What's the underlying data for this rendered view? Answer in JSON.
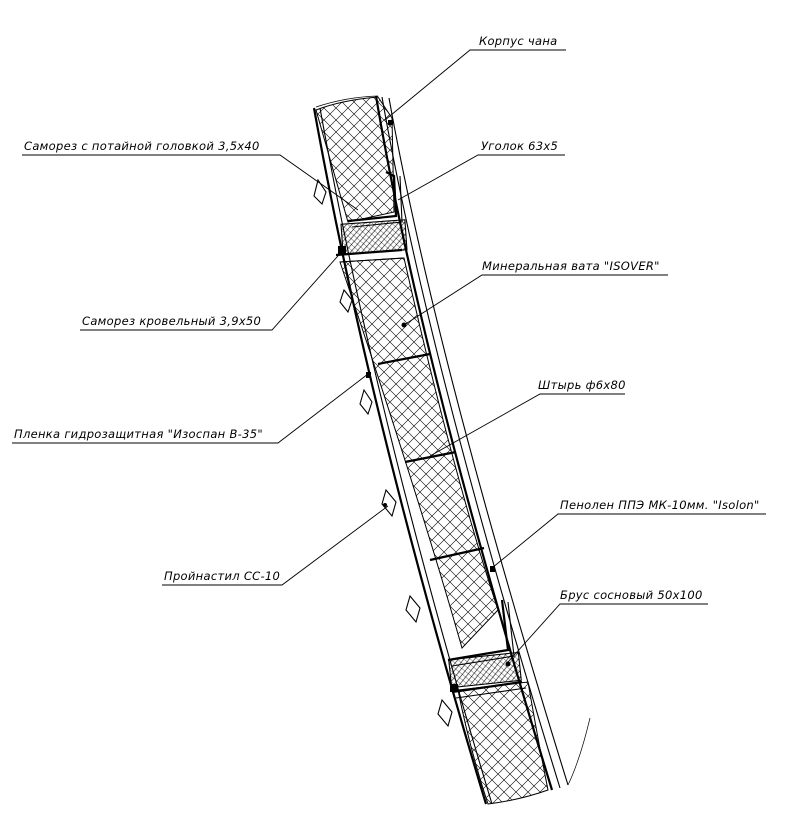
{
  "labels": {
    "korpus": "Корпус чана",
    "samorez_potain": "Саморез с потайной головкой 3,5х40",
    "ugolok": "Уголок 63х5",
    "mineral": "Минеральная вата \"ISOVER\"",
    "samorez_krov": "Саморез кровельный 3,9х50",
    "shtyr": "Штырь ф6х80",
    "plenka": "Пленка гидрозащитная \"Изоспан В-35\"",
    "penolen": "Пенолен ППЭ МК-10мм. \"Isolon\"",
    "proinastil": "Пройнастил СС-10",
    "brus": "Брус сосновый 50х100"
  }
}
